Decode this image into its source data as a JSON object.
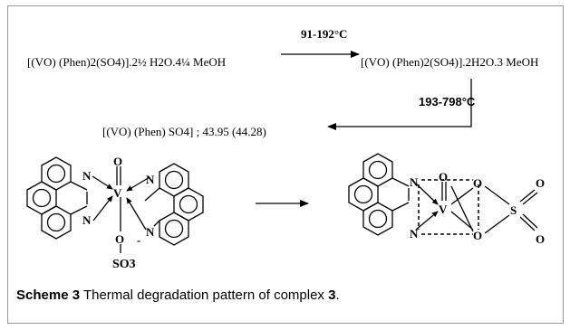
{
  "reaction": {
    "start_formula": "[(VO) (Phen)2(SO4)].2½ H2O.4¼ MeOH",
    "step1_temp": "91-192°C",
    "intermediate_formula": "[(VO) (Phen)2(SO4)].2H2O.3 MeOH",
    "step2_temp": "193-798°C",
    "final_formula": "[(VO) (Phen) SO4] ; 43.95 (44.28)"
  },
  "labels": {
    "N": "N",
    "V": "V",
    "O": "O",
    "S": "S",
    "SO3": "SO3",
    "minus": "-"
  },
  "caption": {
    "label": "Scheme 3",
    "text": " Thermal degradation pattern of complex ",
    "complex": "3",
    "end": "."
  }
}
